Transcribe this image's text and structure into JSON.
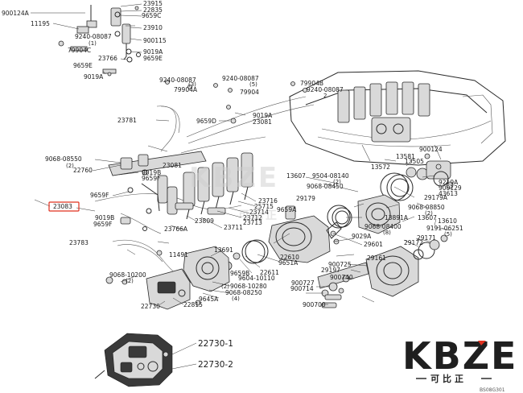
{
  "callouts": {
    "c900124A": "900124A",
    "c23915": "23915",
    "c22835": "22835",
    "c9659C": "9659C",
    "c11195": "11195",
    "c23910": "23910",
    "c9240_08087a": "9240-08087",
    "c9240_08087a_q": "(1)",
    "c900115": "900115",
    "c79904C": "79904C",
    "c9019A_a": "9019A",
    "c23766": "23766",
    "c9659E_a": "9659E",
    "c9659E_b": "9659E",
    "c9019A_b": "9019A",
    "c9240_08087b": "9240-08087",
    "c9240_08087b_q": "(3)",
    "c79904A": "79904A",
    "c9240_08087c": "9240-08087",
    "c9240_08087c_q": "(5)",
    "c79904": "79904",
    "c79904B": "79904B",
    "c9240_08087d": "9240-08087",
    "c9240_08087d_q": "2",
    "c23781": "23781",
    "c9019A_c": "9019A",
    "c9659D": "9659D",
    "c23081_a": "23081",
    "c9068_08550a": "9068-08550",
    "c9068_08550a_q": "(2)",
    "c22760": "22760",
    "c23081_b": "23081",
    "c900124": "900124",
    "c13581": "13581",
    "c13505": "13505",
    "c13572": "13572",
    "c9019B": "9019B",
    "c9659F_a": "9659F",
    "c13607_a": "13607",
    "c9504_08140": "9504-08140",
    "c9504_08140_q": "(2)",
    "c9068_08450": "9068-08450",
    "c9219A": "9219A",
    "c900129": "900129",
    "c43613": "43613",
    "c9659F_b": "9659F",
    "c29179": "29179",
    "c29179A": "29179A",
    "c23716": "23716",
    "c25715": "25715",
    "c23714": "23714",
    "c23083": "23083",
    "c23712": "23712",
    "c23713": "23713",
    "c9659A": "9659A",
    "c9068_08850": "9068-08850",
    "c9068_08850_q": "(2)",
    "c9019B_b": "9019B",
    "c9659F_c": "9659F",
    "c23809": "23809",
    "c23711": "23711",
    "c23766A": "23766A",
    "c13891A": "13891A",
    "c13607_b": "13607",
    "c13610": "13610",
    "c9068_08400": "9068-08400",
    "c9068_08400_q": "(8)",
    "c9191_06251": "9191-06251",
    "c9191_06251_q": "(5)",
    "c29171": "29171",
    "c23783": "23783",
    "c13691": "13691",
    "c9029A": "9029A",
    "c29601": "29601",
    "c29172": "29172",
    "c11491": "11491",
    "c22610": "22610",
    "c29161": "29161",
    "c9651A": "9651A",
    "c900725": "900725",
    "c22611": "22611",
    "c29197": "29197",
    "c9068_10200": "9068-10200",
    "c9068_10200_q": "(2)",
    "c9659B": "9659B",
    "c9604_10110": "9604-10110",
    "c900740": "900740",
    "c9068_10280": "9068-10280",
    "c9068_10280_q": "(2)",
    "c900727": "900727",
    "c900714": "900714",
    "c9068_08250": "9068-08250",
    "c9068_08250_q": "(4)",
    "c9645A": "9645A",
    "c22815": "22815",
    "c22730": "22730",
    "c900700": "900700",
    "c22730_1": "22730-1",
    "c22730_2": "22730-2"
  },
  "watermark": {
    "brand": "KBZE",
    "sub": "可比正"
  },
  "logo": {
    "brand": "KBZE",
    "sub": "可比正",
    "accent": "#e0301e"
  },
  "diagram_code": "BS08G301",
  "highlight": {
    "part": "23083",
    "color": "#e0301e"
  }
}
